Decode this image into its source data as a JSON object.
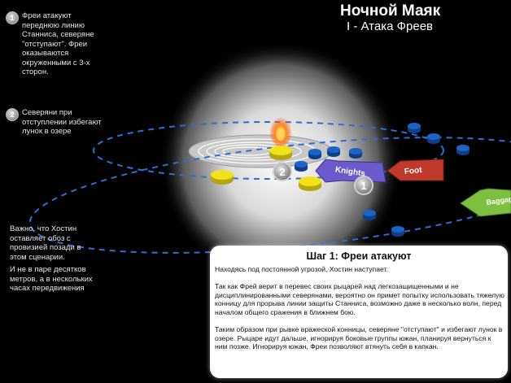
{
  "header": {
    "title": "Ночной Маяк",
    "subtitle": "I - Атака Фреев"
  },
  "notes": [
    {
      "num": "1",
      "text": "Фреи атакуют переднюю линию Станниса, северяне \"отступают\". Фреи оказываются окруженными с 3-х сторон."
    },
    {
      "num": "2",
      "text": "Северяни при отступлении избегают лунок в озере"
    }
  ],
  "side_note": {
    "p1": "Важно, что Хостин оставляет обоз с провизией позади в этом сценарии.",
    "p2": "И не в паре десятков метров, а в нескольких часах передвижения"
  },
  "map": {
    "knights_label": "Knights",
    "foot_label": "Foot",
    "baggage_label": "Baggage Train",
    "marker_1": "1",
    "marker_2": "2",
    "colors": {
      "knights": "#6a5acd",
      "foot": "#c0392b",
      "baggage": "#7fbf3f",
      "north_units": "#1c63c8",
      "yellow_units": "#f2e21a",
      "fire": "#ff7a1a"
    }
  },
  "panel": {
    "title": "Шаг 1: Фреи атакуют",
    "p1": "Находясь под постоянной угрозой, Хостин наступает.",
    "p2": "Так как Фрей верит в перевес своих рыцарей над легкозащищенными и не дисциплинированными северянами, вероятно он примет попытку использовать тяжелую конницу для прорыва линии защиты Станниса, возможно даже в несколько волн, перед началом общего сражения в ближнем бою.",
    "p3": "Таким образом при рывке вражеской конницы, северяне \"отступают\" и избегают лунок в озере. Рыцаре идут дальше, игнорируя боковые группы южан, планируя вернуться к ним позже. Игнорируя южан, Фреи позволяют втянуть себя в капкан."
  }
}
